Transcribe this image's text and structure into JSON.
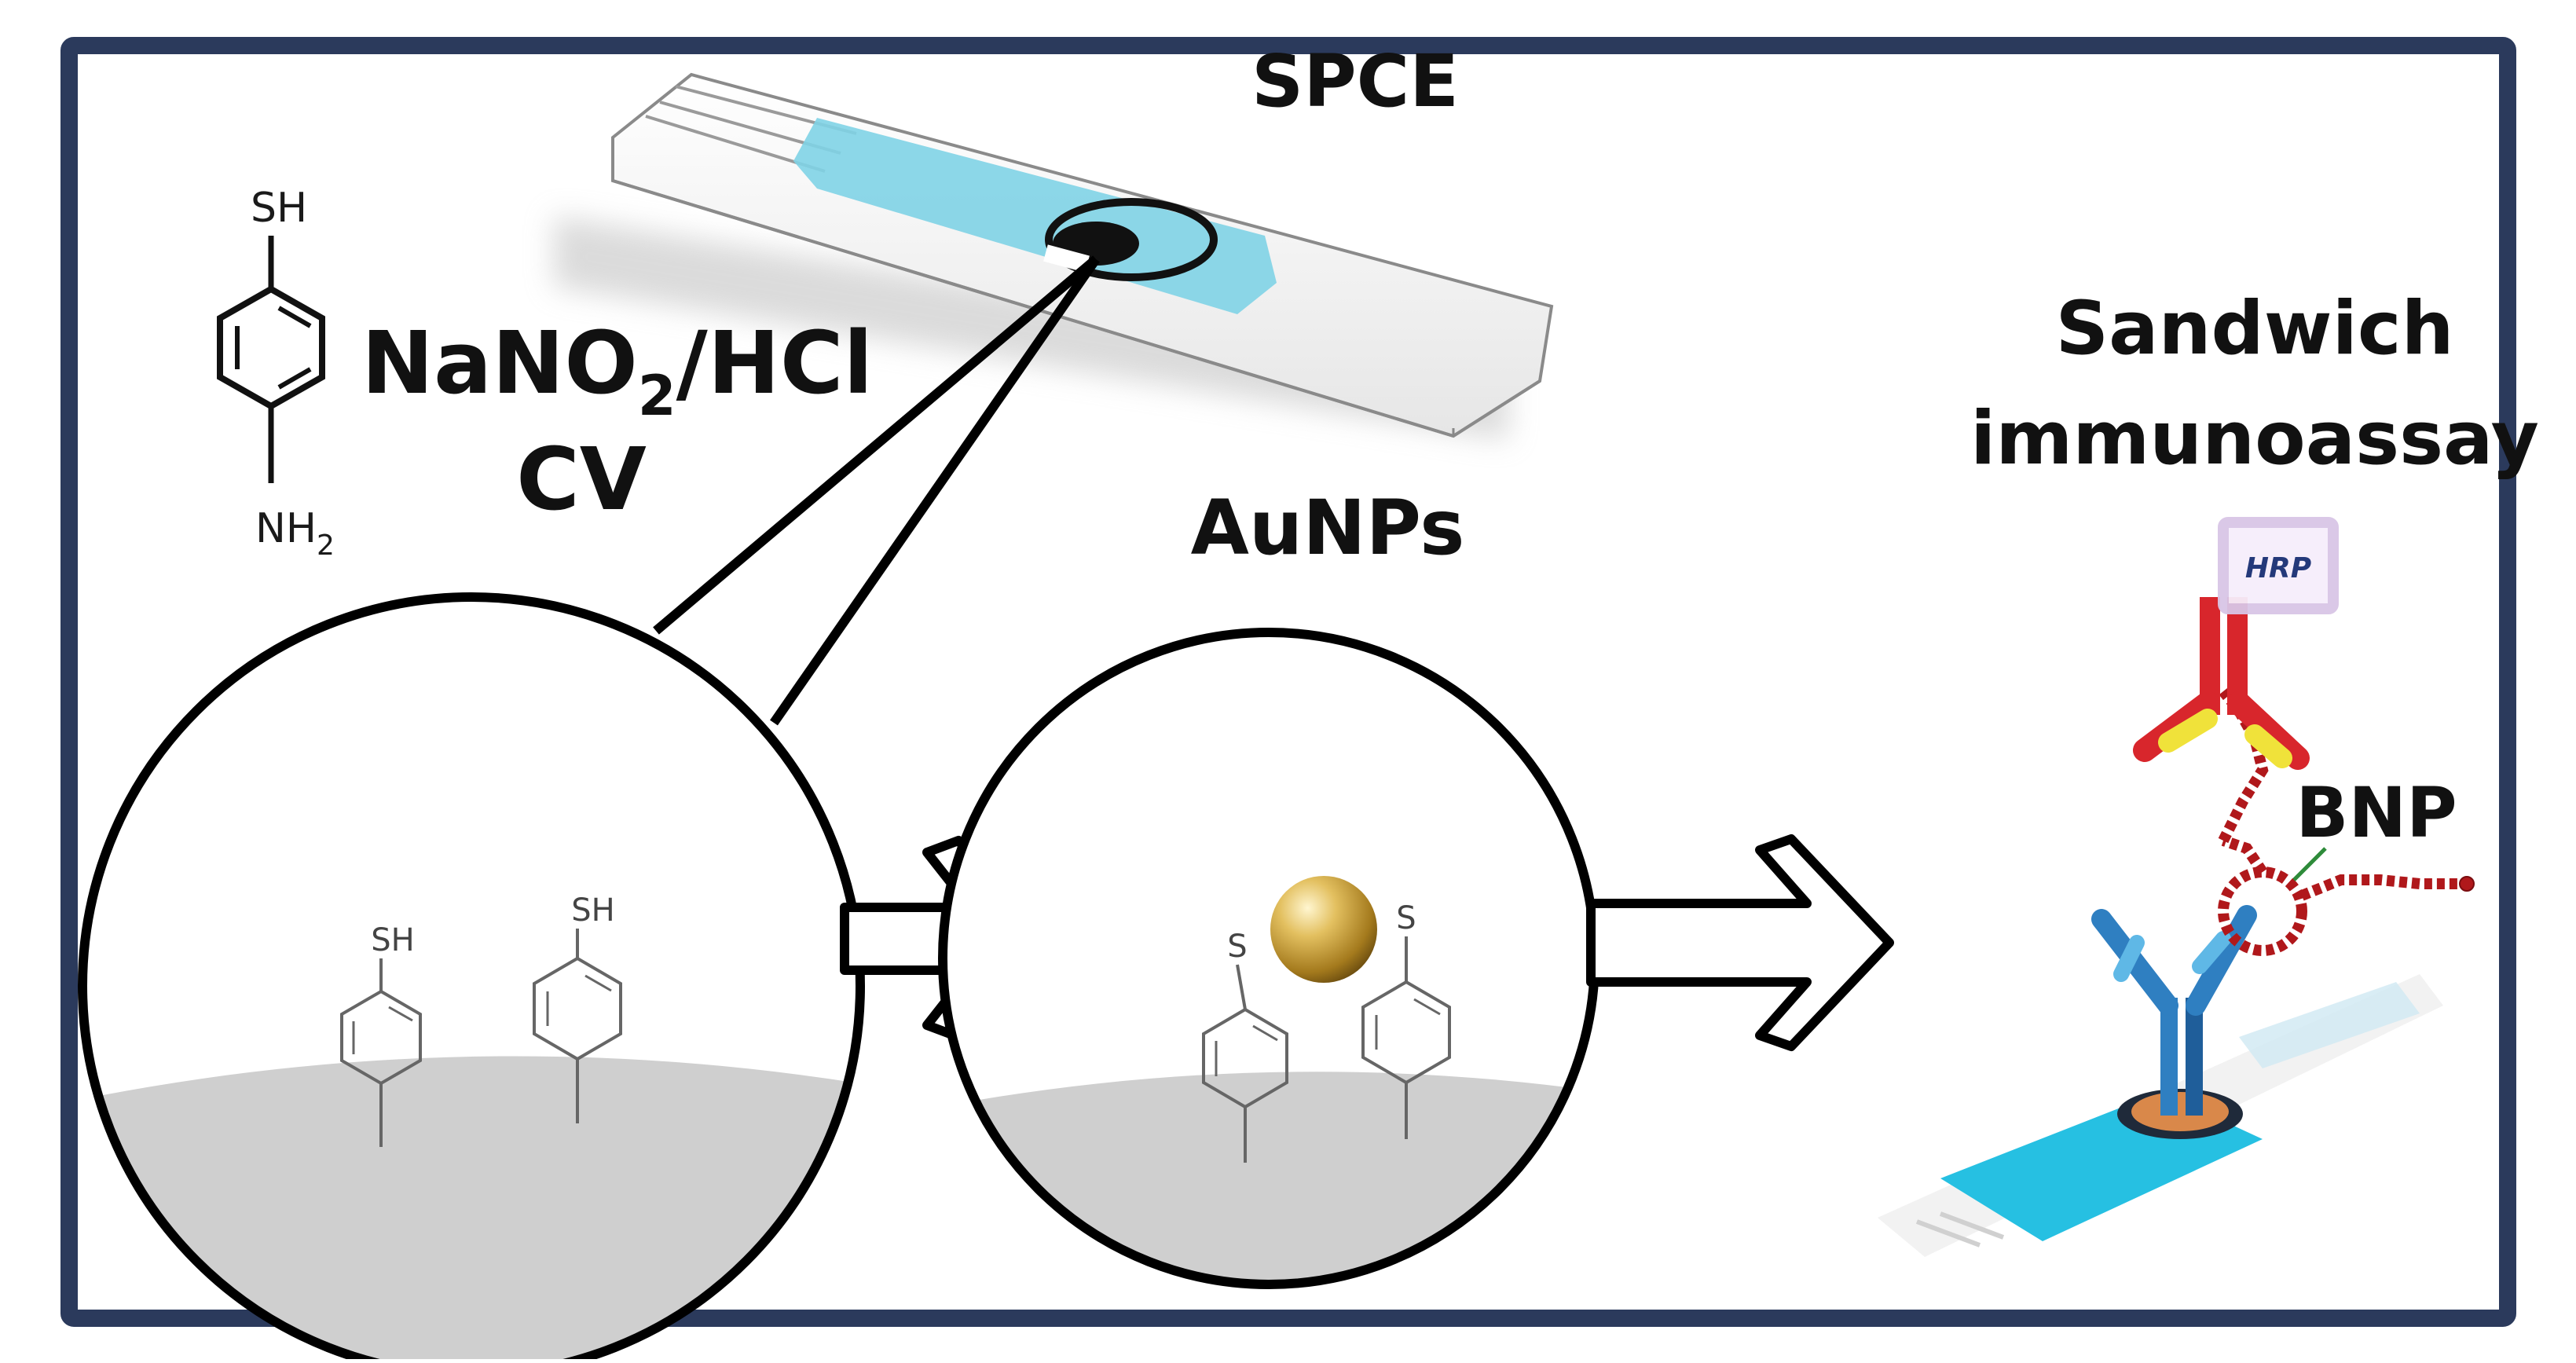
{
  "labels": {
    "spce": "SPCE",
    "reagent_main": "NaNO",
    "reagent_sub": "2",
    "reagent_tail": "/HCl",
    "method": "CV",
    "aunps": "AuNPs",
    "assay_line1": "Sandwich",
    "assay_line2": "immunoassay",
    "bnp": "BNP",
    "hrp": "HRP"
  },
  "molecule": {
    "top_group": "SH",
    "bottom_group_main": "NH",
    "bottom_group_sub": "2"
  },
  "zoom_left": {
    "group_a": "SH",
    "group_b": "SH"
  },
  "zoom_right": {
    "group_a": "S",
    "group_b": "S"
  },
  "colors": {
    "frame": "#2b3a5c",
    "electrode_blue": "#7fd3e6",
    "surface_gray": "#cfcfcf",
    "gold": "#c9a13b",
    "antibody_blue": "#2f7fc1",
    "antibody_red": "#d8262c",
    "antibody_yellow": "#f0e23a",
    "peptide_red": "#b0181b",
    "hrp_purple": "#d9c6e6"
  },
  "icons": [
    "screen-printed-electrode",
    "benzene-ring",
    "gold-nanoparticle",
    "arrow-right",
    "antibody",
    "peptide-chain"
  ]
}
